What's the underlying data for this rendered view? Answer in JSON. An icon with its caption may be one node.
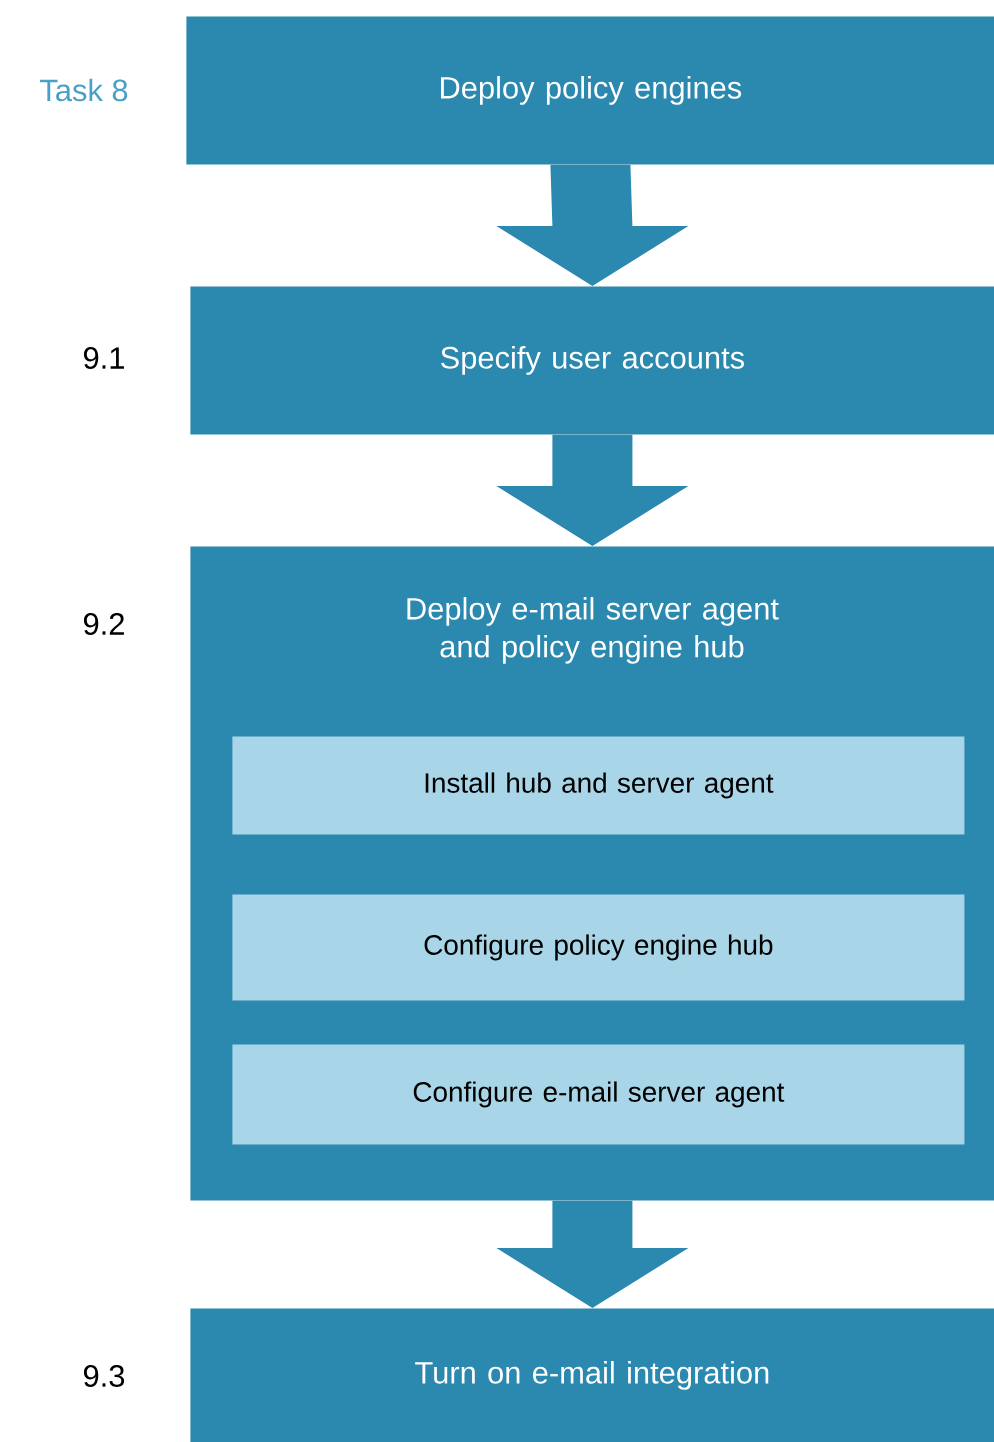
{
  "diagram": {
    "nodes": [
      {
        "text": [
          "Deploy policy engines"
        ],
        "beside": [
          "Task 8"
        ]
      },
      {
        "text": [
          "Specify user accounts"
        ],
        "beside": [
          "9.1"
        ]
      },
      {
        "text": [
          "Deploy e-mail server agent and policy engine hub"
        ],
        "beside": [
          "9.2"
        ]
      },
      {
        "text": [
          "Install hub and server agent"
        ],
        "in": 2
      },
      {
        "text": [
          "Configure policy engine hub"
        ],
        "in": 2
      },
      {
        "text": [
          "Configure e-mail server agent"
        ],
        "in": 2
      },
      {
        "text": [
          "Turn on e-mail integration"
        ],
        "beside": [
          "9.3"
        ]
      }
    ],
    "edges": [
      {
        "from": 0,
        "to": 1,
        "arrow": "to"
      },
      {
        "from": 1,
        "to": 2,
        "arrow": "to"
      },
      {
        "from": 2,
        "to": 6,
        "arrow": "to"
      }
    ]
  }
}
